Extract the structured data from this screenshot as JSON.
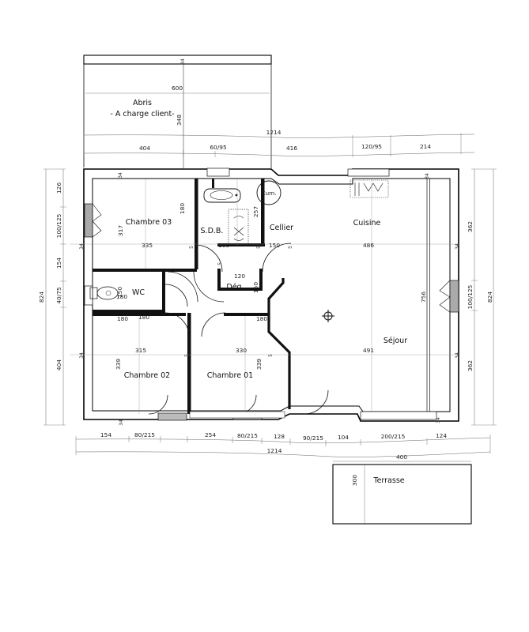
{
  "document": {
    "type": "architectural-floor-plan",
    "language": "fr",
    "overall_width_label": "1214",
    "overall_height_label": "824"
  },
  "rooms": [
    {
      "id": "abris",
      "label": "Abris",
      "sublabel": "- A charge client-",
      "width": "600",
      "height": "348"
    },
    {
      "id": "chambre03",
      "label": "Chambre 03",
      "width": "335",
      "height": "317",
      "door": "180"
    },
    {
      "id": "sdb",
      "label": "S.D.B.",
      "width": "160"
    },
    {
      "id": "cellier",
      "label": "Cellier",
      "width": "150",
      "height": "257"
    },
    {
      "id": "cuisine",
      "label": "Cuisine",
      "width": "486"
    },
    {
      "id": "wc",
      "label": "WC",
      "width": "180",
      "height": "150"
    },
    {
      "id": "deg",
      "label": "Dég",
      "width": "120",
      "height": "150"
    },
    {
      "id": "chambre02",
      "label": "Chambre 02",
      "width": "315",
      "height": "339",
      "door": "180"
    },
    {
      "id": "chambre01",
      "label": "Chambre 01",
      "width": "330",
      "height": "339",
      "door": "180"
    },
    {
      "id": "sejour",
      "label": "Séjour",
      "width": "491",
      "height": "756"
    },
    {
      "id": "terrasse",
      "label": "Terrasse",
      "width": "400",
      "height": "300"
    }
  ],
  "equipment": [
    {
      "id": "cumulus",
      "label": "Cum."
    }
  ],
  "dimensions": {
    "top_outer": [
      "1214"
    ],
    "top_inner": [
      "404",
      "60/95",
      "416",
      "120/95",
      "214"
    ],
    "abris": {
      "width": "600",
      "height": "348"
    },
    "bottom_inner": [
      "154",
      "80/215",
      "254",
      "80/215",
      "128",
      "90/215",
      "104",
      "200/215",
      "124"
    ],
    "bottom_outer": [
      "1214"
    ],
    "terrasse": {
      "width": "400",
      "height": "300"
    },
    "left_outer": [
      "824"
    ],
    "left_inner": [
      "126",
      "100/125",
      "154",
      "40/75",
      "404"
    ],
    "right_outer": [
      "824"
    ],
    "right_inner": [
      "362",
      "100/125",
      "362"
    ],
    "wall_ticks_left": [
      "34",
      "34",
      "34"
    ],
    "wall_ticks_right": [
      "34",
      "34"
    ],
    "wall_ticks_top": [
      "34",
      "34",
      "34"
    ],
    "wall_ticks_bottom": [
      "34",
      "34"
    ],
    "partition_ticks": [
      "5",
      "5",
      "5",
      "5",
      "5",
      "5"
    ],
    "interior_misc": [
      "317",
      "335",
      "180",
      "160",
      "120",
      "150",
      "257",
      "150",
      "486",
      "491",
      "756",
      "339",
      "315",
      "330",
      "339",
      "180",
      "180",
      "180",
      "150"
    ]
  },
  "colors": {
    "ink": "#111111",
    "wall": "#000000",
    "dimension_line": "#555555",
    "paper": "#ffffff"
  }
}
